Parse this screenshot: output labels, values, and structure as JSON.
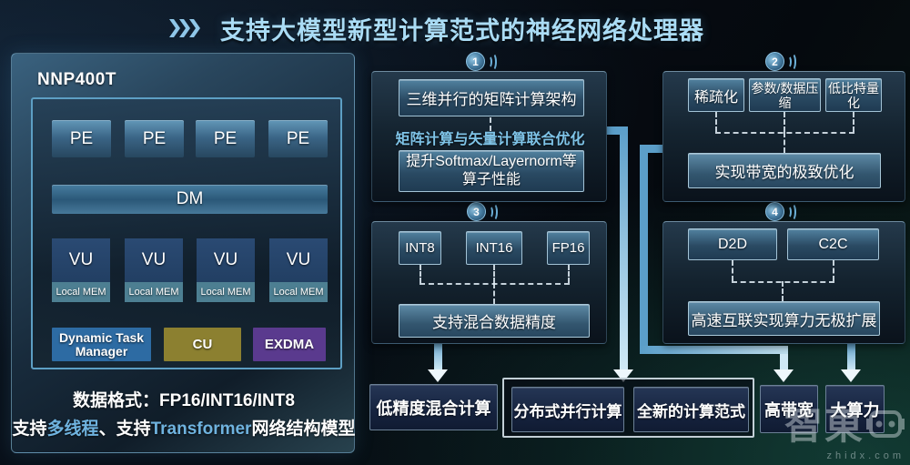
{
  "title": {
    "text": "支持大模型新型计算范式的神经网络处理器"
  },
  "icons": {
    "chevrons": "triple-chevron",
    "badge_arcs": "sound-wave-arcs",
    "watermark_robot": "robot-face"
  },
  "colors": {
    "title": "#aadcf5",
    "highlight_text": "#6fb3df",
    "connector": "#5b9ec9",
    "dtm_blue": "#2d6ba3",
    "cu_olive": "#8c8030",
    "exdma_purple": "#5a3a8e",
    "local_mem_teal": "#4d7f92"
  },
  "chip": {
    "name": "NNP400T",
    "pe_label": "PE",
    "dm_label": "DM",
    "vu_label": "VU",
    "local_mem_label": "Local MEM",
    "controllers": {
      "dtm": "Dynamic Task Manager",
      "cu": "CU",
      "exdma": "EXDMA"
    },
    "note1": "数据格式：FP16/INT16/INT8",
    "note2": {
      "s1": "支持",
      "s2": "多线程",
      "s3": "、支持",
      "s4": "Transformer",
      "s5": "网络结构模型"
    }
  },
  "sections": [
    {
      "num": "1",
      "top_boxes": [
        "三维并行的矩阵计算架构"
      ],
      "mid_text": "矩阵计算与矢量计算联合优化",
      "bottom_box": "提升Softmax/Layernorm等算子性能"
    },
    {
      "num": "2",
      "top_boxes": [
        "稀疏化",
        "参数/数据压缩",
        "低比特量化"
      ],
      "bottom_box": "实现带宽的极致优化"
    },
    {
      "num": "3",
      "top_boxes": [
        "INT8",
        "INT16",
        "FP16"
      ],
      "bottom_box": "支持混合数据精度"
    },
    {
      "num": "4",
      "top_boxes": [
        "D2D",
        "C2C"
      ],
      "bottom_box": "高速互联实现算力无极扩展"
    }
  ],
  "results": {
    "low_precision": "低精度混合计算",
    "group": [
      "分布式并行计算",
      "全新的计算范式"
    ],
    "bandwidth": "高带宽",
    "compute": "大算力"
  },
  "watermark": {
    "chars": "智東",
    "domain": "zhidx.com"
  }
}
